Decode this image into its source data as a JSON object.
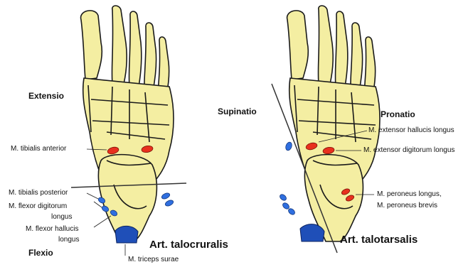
{
  "left_foot": {
    "motion_top": "Extensio",
    "motion_bottom": "Flexio",
    "joint": "Art. talocruralis",
    "muscles": {
      "tibialis_anterior": "M. tibialis anterior",
      "tibialis_posterior": "M. tibialis posterior",
      "flexor_digitorum": [
        "M. flexor digitorum",
        "longus"
      ],
      "flexor_hallucis": [
        "M. flexor hallucis",
        "longus"
      ],
      "triceps_surae": "M. triceps surae"
    }
  },
  "right_foot": {
    "motion_left": "Supinatio",
    "motion_right": "Pronatio",
    "joint": "Art. talotarsalis",
    "muscles": {
      "ext_hallucis": "M. extensor hallucis longus",
      "ext_digitorum": "M. extensor digitorum longus",
      "peroneus": [
        "M. peroneus longus,",
        "M. peroneus brevis"
      ]
    }
  },
  "colors": {
    "bone": "#f4eea2",
    "bone_outline": "#1a1a1a",
    "extensor_red": "#e8301e",
    "flexor_blue": "#2f6fe0",
    "triceps_blue": "#1f4fb8"
  }
}
